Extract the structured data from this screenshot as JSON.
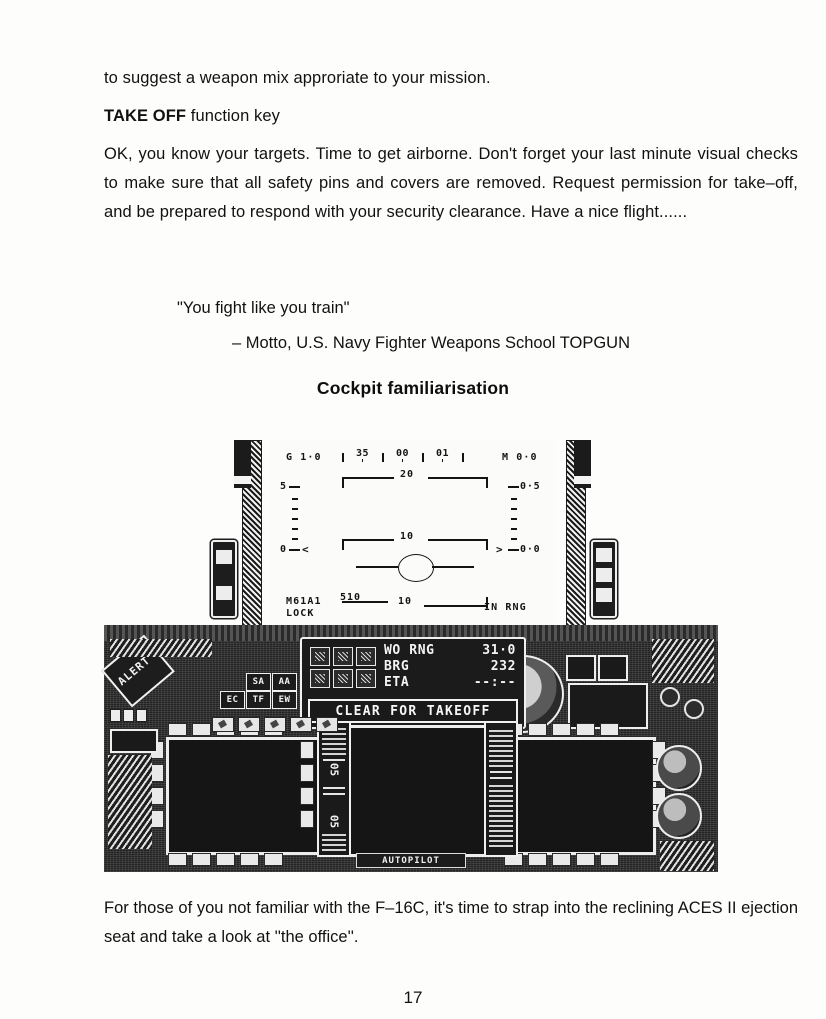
{
  "document": {
    "paragraphs": {
      "intro": "to suggest a weapon mix approriate to your mission.",
      "heading_key": "TAKE OFF",
      "heading_rest": " function key",
      "main": "OK, you know your targets. Time to get airborne. Don't forget your last minute visual checks to make sure that all safety pins and covers are removed. Request permission for take–off, and be prepared to respond with your security clearance. Have a nice flight......"
    },
    "quote": {
      "text": "\"You fight like you train\"",
      "attribution": "– Motto, U.S. Navy Fighter Weapons School TOPGUN"
    },
    "section_title": "Cockpit familiarisation",
    "caption": "For those of you not familiar with the F–16C, it's time to strap into the reclining ACES II ejection seat and take a look at ''the office''.",
    "page_number": "17"
  },
  "figure": {
    "hud": {
      "g_force": "G 1·0",
      "mach": "M 0·0",
      "heading_ticks": [
        "35",
        "00",
        "01"
      ],
      "pitch_20": "20",
      "pitch_10": "10",
      "bottom_pitch": "10",
      "altitude_scale": {
        "top": "5",
        "bottom": "0",
        "caret": "<"
      },
      "mach_scale": {
        "top": "0·5",
        "bottom": "0·0",
        "caret": ">"
      },
      "gun_mode": "M61A1",
      "gun_status": "LOCK",
      "range_value": "510",
      "in_range": "IN RNG"
    },
    "panel": {
      "alert_label": "ALERT",
      "mode_boxes": [
        "SA",
        "AA",
        "EC",
        "TF",
        "EW"
      ],
      "nav": {
        "rows": [
          {
            "label": "WO RNG",
            "value": "31·0"
          },
          {
            "label": "BRG",
            "value": "232"
          },
          {
            "label": "ETA",
            "value": "--:--"
          }
        ]
      },
      "clear_banner": "CLEAR FOR TAKEOFF",
      "autopilot_label": "AUTOPILOT"
    }
  },
  "colors": {
    "paper": "#fdfdfc",
    "ink": "#111111",
    "panel_dark": "#232323",
    "panel_light": "#f0f0f0"
  }
}
